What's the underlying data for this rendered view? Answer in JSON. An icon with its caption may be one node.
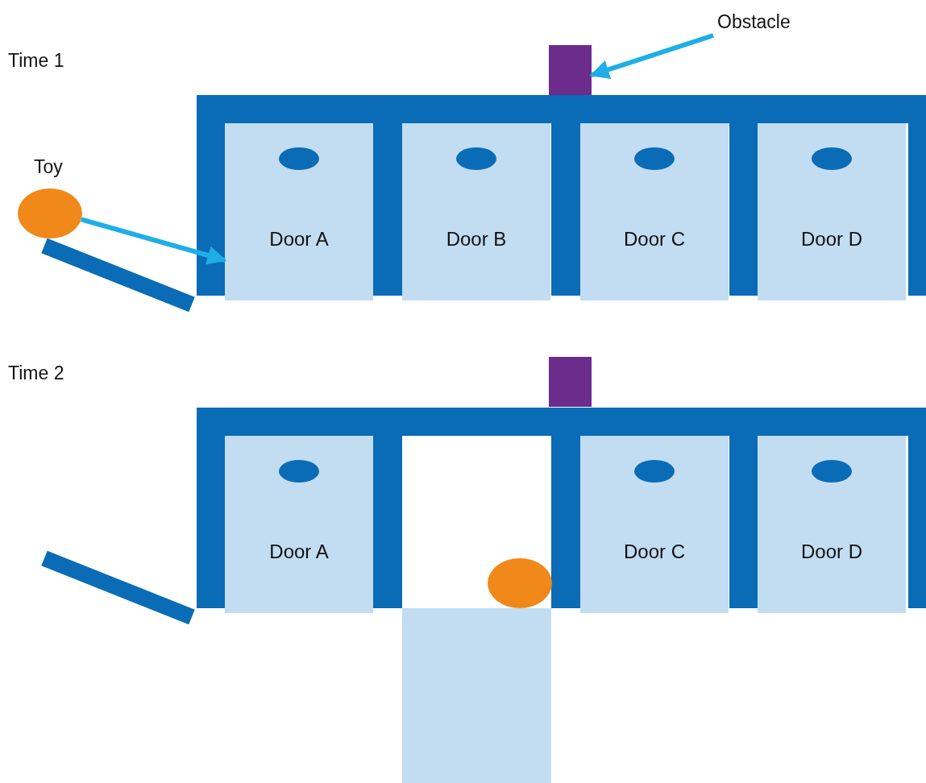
{
  "diagram": {
    "nodes": [
      {
        "text": [
          "Toy"
        ]
      },
      {
        "text": [
          "Door A"
        ]
      },
      {
        "text": [
          "Door B"
        ]
      },
      {
        "text": [
          "Door C"
        ]
      },
      {
        "text": [
          "Door D"
        ]
      },
      {
        "text": [
          "Obstacle"
        ]
      },
      {
        "text": [],
        "shape": "bar"
      },
      {
        "text": [
          "Door A"
        ]
      },
      {
        "text": [
          "Door C"
        ]
      },
      {
        "text": [
          "Door D"
        ]
      },
      {
        "text": [],
        "shape": "circle"
      },
      {
        "text": [],
        "shape": "bar"
      }
    ],
    "edges": [
      {
        "from": 0,
        "to": 1,
        "arrow": "to"
      },
      {
        "from": 5,
        "to": 6,
        "arrow": "to"
      }
    ],
    "labels": [
      "Time 1",
      "Time 2"
    ]
  }
}
